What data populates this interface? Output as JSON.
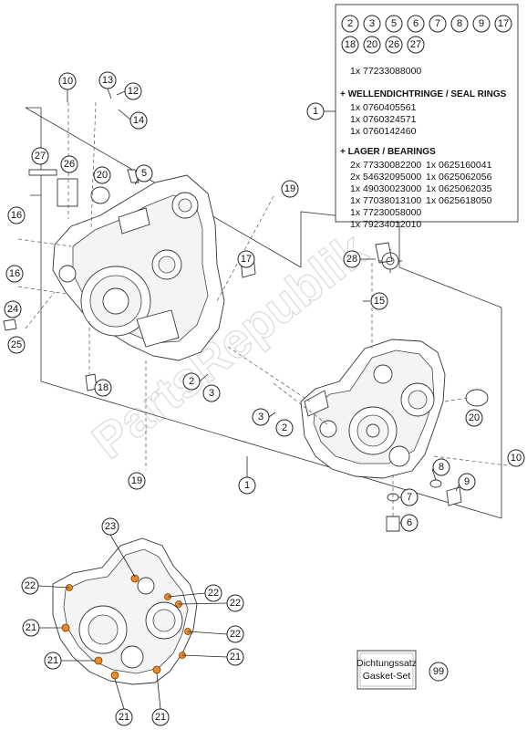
{
  "kit_box": {
    "row1": [
      "2",
      "3",
      "5",
      "6",
      "7",
      "8",
      "9",
      "17"
    ],
    "row2": [
      "18",
      "20",
      "26",
      "27"
    ],
    "item1": "1x 77233088000",
    "seal_header": "+ WELLENDICHTRINGE / SEAL RINGS",
    "seal_items": [
      "1x 0760405561",
      "1x 0760324571",
      "1x 0760142460"
    ],
    "bearing_header": "+ LAGER / BEARINGS",
    "bearing_left": [
      "2x 77330082200",
      "2x 54632095000",
      "1x 49030023000",
      "1x 77038013100",
      "1x 77230058000",
      "1x 79234012010"
    ],
    "bearing_right": [
      "1x 0625160041",
      "1x 0625062056",
      "1x 0625062035",
      "1x 0625618050"
    ]
  },
  "gasket_box": {
    "line1": "Dichtungssatz",
    "line2": "Gasket-Set",
    "ref": "99"
  },
  "watermark": "PartsRepublik",
  "callouts": {
    "c1_box": "1",
    "c10_top": "10",
    "c13": "13",
    "c12": "12",
    "c14": "14",
    "c27": "27",
    "c26": "26",
    "c20_left": "20",
    "c5": "5",
    "c19_top": "19",
    "c16_a": "16",
    "c16_b": "16",
    "c24": "24",
    "c25": "25",
    "c17": "17",
    "c28": "28",
    "c15": "15",
    "c18": "18",
    "c2_left": "2",
    "c3_left": "3",
    "c3_right": "3",
    "c2_right": "2",
    "c20_right": "20",
    "c10_right": "10",
    "c8": "8",
    "c9": "9",
    "c7": "7",
    "c6": "6",
    "c19_bottom": "19",
    "c1_bottom": "1",
    "c23": "23",
    "c22_a": "22",
    "c22_b": "22",
    "c22_c": "22",
    "c22_d": "22",
    "c21_a": "21",
    "c21_b": "21",
    "c21_c": "21",
    "c21_d": "21",
    "c21_e": "21"
  }
}
